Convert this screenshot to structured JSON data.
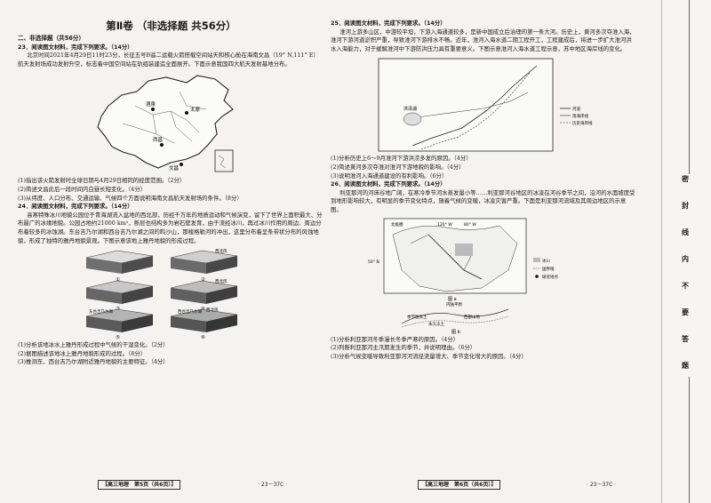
{
  "page_title": "第Ⅱ卷 （非选择题 共56分）",
  "section_heading": "二、非选择题（共56分）",
  "q23": {
    "head": "23．阅读图文材料，完成下列要求。（14分）",
    "body": "北京时间2021年4月29日11时23分，长征五号B遥二运载火箭搭载空间站天和核心舱在海南文昌（19° N,111° E）航天发射场成功发射升空，标志着中国空间站在轨组装建造全面展开。下面示意我国四大航天发射基地分布。",
    "map_labels": {
      "jiuquan": "酒泉",
      "taiyuan": "太原",
      "xichang": "西昌",
      "wenchang": "文昌",
      "legend_title": "南海诸岛"
    },
    "sub": [
      "(1)指出该火箭发射时全球日期与4月29日相同的经度范围。（2分）",
      "(2)简述文昌此后一段时间内白昼长短变化。（4分）",
      "(3)从纬度、人口分布、交通运输、气候四个方面说明海南文昌航天发射场的条件。（8分）"
    ]
  },
  "q24": {
    "head": "24．阅读图文材料，完成下列要求。（14分）",
    "body": "高寒特殊冰川地貌公园位于青海湖流入盆地的西北部，历经千万年的地质运动和气候演变，留下了世界上面积最大、分布最广的冰缘地貌。公园占地约21000 km²，断层也结构多为岩石壁发育，由于流经冰川，再过冰川作用的周边、周边分布着较多的冰蚀湖。东台吉乃尔湖和西台吉乃尔湖之间的鸣沙山，那棱格勒河的冲出，这里分布着呈条带状分布的风蚀地貌，形成了独特的雅丹地貌景观。下图示意该地上雅丹地貌的形成过程。",
    "fig_labels": [
      "①",
      "②",
      "③",
      "④",
      "⑤",
      "⑥"
    ],
    "fig_words": [
      "西北风",
      "西北风",
      "西北风",
      "东台吉乃尔湖",
      "西台吉乃尔湖"
    ],
    "sub": [
      "(1)分析该地冰水上雅丹形成过程中气候的干湿变化。（2分）",
      "(2)据图描述该地冰上雅丹地貌形成的过程。（8分）",
      "(3)推测东、西台吉乃尔湖附近雅丹地貌的主要特征。（4分）"
    ]
  },
  "q25": {
    "head": "25．阅读图文材料，完成下列要求。（14分）",
    "body": "淮河上游多山区，中游较平坦，下游入海通道较多，是新中国成立后治理的第一条大河。历史上，黄河多次夺淮入海，淮河下游河道淤积严重，导致淮河下游排水不畅。近年，淮河入海水道二期工程开工，工程建成后，将进一步扩大淮河洪水入海能力，对于缓解淮河中下游防洪压力具有重要意义。下图示意淮河入海水道工程示意，苏中地区海岸线的变化。",
    "map_labels": {
      "hongze": "洪泽湖",
      "legend": [
        "河道",
        "现海岸线",
        "历史海岸线"
      ]
    },
    "sub": [
      "(1)分析历史上6～9月淮河下游洪涝多发的原因。（4分）",
      "(2)简述黄河多次夺淮对淮河下游地貌的影响。（4分）",
      "(3)说明淮河入海通道建设的有利影响。（6分）"
    ]
  },
  "q26": {
    "head": "26．阅读图文材料，完成下列要求。（14分）",
    "body": "利亚那河的河床谷地广阔，在寒冷季节河水蒸发量小等……利亚那河谷地区的冰凌在河谷季节之间，沿河的水面坡度受到地形影响较大，有明显的季节变化特点，随着气候的变暖，冰凌灾害严重。下面是利亚那河流域及其周边地区的示意图。",
    "map_labels": {
      "arctic": "北极圈",
      "lon1": "120° W",
      "lon2": "80° W",
      "lat": "50° N",
      "fig_a": "图 a",
      "fig_b": "图 b",
      "legend": [
        "冰川",
        "国界线",
        "研究地点"
      ],
      "b_labels": [
        "季节性冻土",
        "永久冻土",
        "西部山地",
        "内陆平原"
      ]
    },
    "sub": [
      "(1)分析利亚那河冬季漫长冬季严寒的原因。（4分）",
      "(2)判断利亚那河主汛期发生的季节，并说明理由。（6分）",
      "(3)分析气候变暖导致利亚那河河流径流量增大、季节变化增大的原因。（4分）"
    ]
  },
  "footer": {
    "left_box": "【高三地理　第5页（共6页）】",
    "left_code": "· 23－37C ·",
    "right_box": "【高三地理　第6页（共6页）】",
    "right_code": "· 23－37C ·"
  },
  "sidebar_chars": [
    "密",
    "封",
    "线",
    "内",
    "不",
    "要",
    "答",
    "题"
  ]
}
